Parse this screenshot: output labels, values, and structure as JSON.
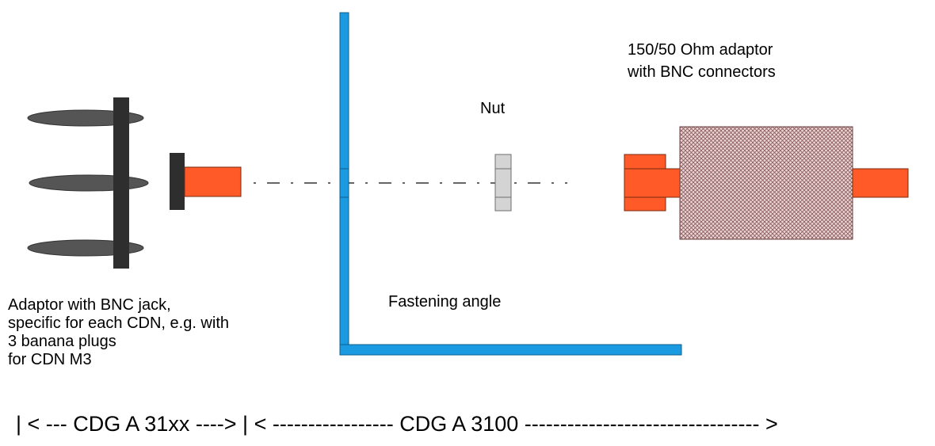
{
  "labels": {
    "adaptor_line1": "150/50 Ohm adaptor",
    "adaptor_line2": "with BNC connectors",
    "nut": "Nut",
    "fastening_angle": "Fastening angle",
    "bnc_jack_lines": [
      "Adaptor with BNC jack,",
      "specific for each CDN, e.g. with",
      "3 banana plugs",
      "for CDN M3"
    ]
  },
  "scale_bar": {
    "left": "| < --- CDG A 31xx ----> | < ----------------- CDG A 3100 --------------------------------- >"
  },
  "colors": {
    "angle_blue": "#1a9ae0",
    "connector_orange": "#ff5a28",
    "plug_dark": "#2e2e2e",
    "plug_grey": "#5a5a5a",
    "nut_grey": "#d4d4d4",
    "adaptor_fill": "#e6d0d0",
    "adaptor_hatch": "#8c5a5a"
  }
}
